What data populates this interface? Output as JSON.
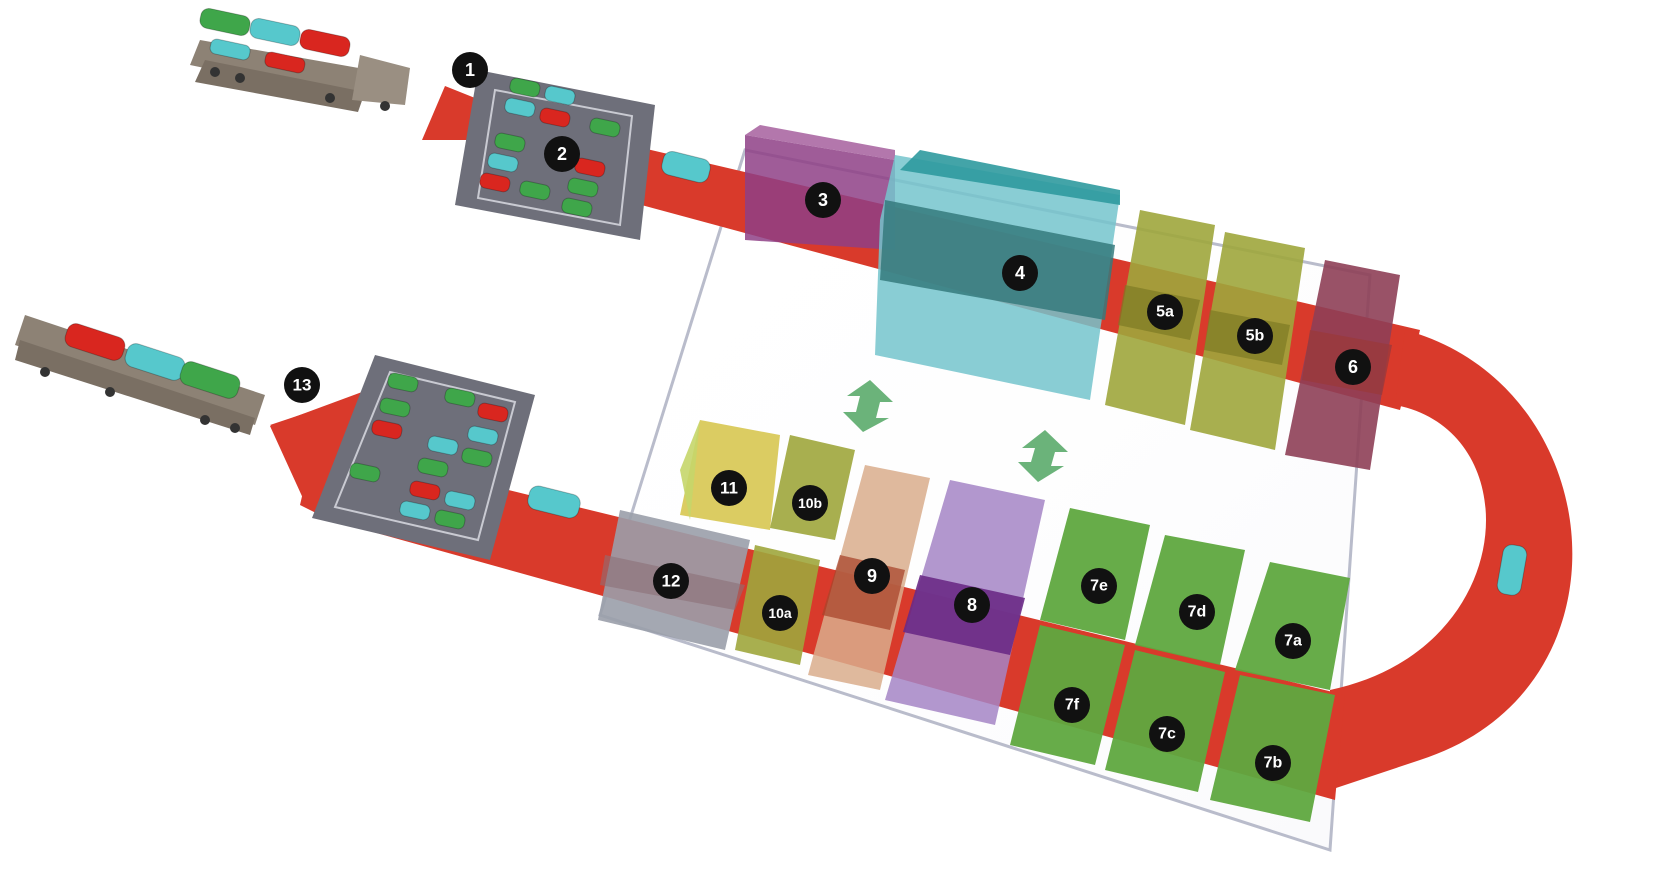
{
  "colors": {
    "track": "#d93a2b",
    "trackDark": "#b82d20",
    "floor": "#8a8ea6",
    "lot": "#6e6f7a",
    "carGreen": "#3fa64a",
    "carCyan": "#56c8cc",
    "carRed": "#d9261f",
    "truck": "#8d8275",
    "arrowGreen": "#6bb37a",
    "badge": "#111111"
  },
  "stations": {
    "s1": "1",
    "s2": "2",
    "s3": "3",
    "s4": "4",
    "s5a": "5a",
    "s5b": "5b",
    "s6": "6",
    "s7a": "7a",
    "s7b": "7b",
    "s7c": "7c",
    "s7d": "7d",
    "s7e": "7e",
    "s7f": "7f",
    "s8": "8",
    "s9": "9",
    "s10a": "10a",
    "s10b": "10b",
    "s11": "11",
    "s12": "12",
    "s13": "13"
  },
  "icons": {
    "inboundTruck": "car-transporter-truck-icon",
    "outboundTruck": "car-transporter-truck-icon",
    "transitCar": "car-icon",
    "exchangeArrow": "double-arrow-icon"
  }
}
